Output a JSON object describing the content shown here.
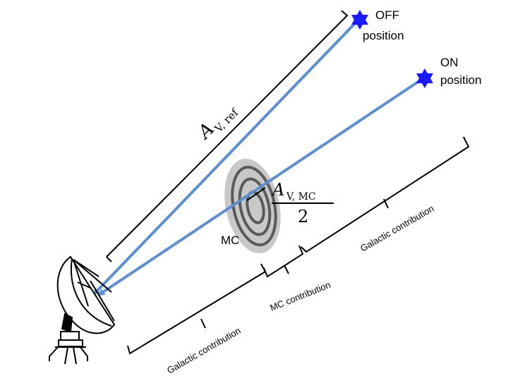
{
  "labels": {
    "off_line1": "OFF",
    "off_line2": "position",
    "on_line1": "ON",
    "on_line2": "position",
    "av_ref_main": "A",
    "av_ref_sub": "V, ref",
    "av_mc_main": "A",
    "av_mc_sub": "V, MC",
    "av_mc_denominator": "2",
    "mc": "MC",
    "galactic_contribution_lower": "Galactic contribution",
    "mc_contribution": "MC contribution",
    "galactic_contribution_upper": "Galactic contribution"
  },
  "colors": {
    "beam": "#5b8fd0",
    "star": "#1a1aff",
    "cloud_fill": "#c8c8c8",
    "cloud_rings": "#5a5a5a",
    "ink": "#000000"
  },
  "icons": {
    "star": "star-icon",
    "telescope": "radio-telescope-icon",
    "cloud": "molecular-cloud-icon"
  }
}
